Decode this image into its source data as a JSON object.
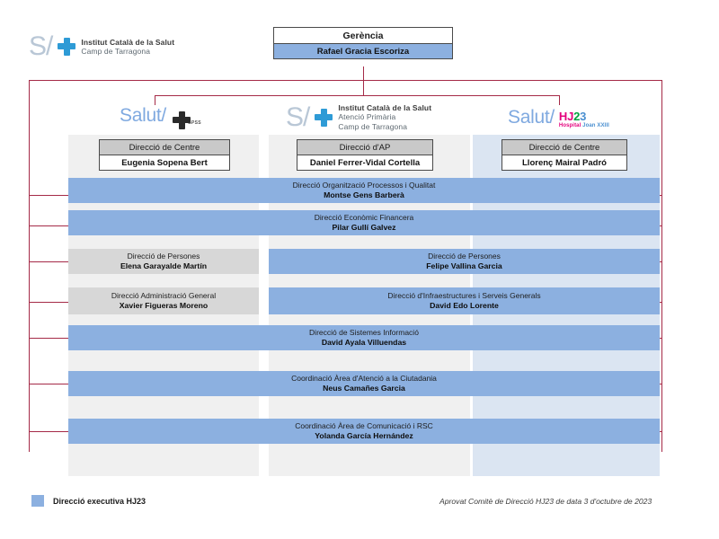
{
  "brand": {
    "ics_logo": {
      "mark": "S/",
      "icon": "medical-cross-icon",
      "line1": "Institut Català de la Salut",
      "line2": "Camp de Tarragona"
    }
  },
  "top": {
    "title": "Gerència",
    "name": "Rafael Gracia Escoriza"
  },
  "columns": [
    {
      "id": "gpss",
      "logo": {
        "word": "Salut/",
        "icon": "cross-dark-icon",
        "sub": "GPSS"
      },
      "box": {
        "title": "Direcció de Centre",
        "name": "Eugenia Sopena Bert"
      }
    },
    {
      "id": "ap",
      "logo": {
        "mark": "S/",
        "icon": "medical-cross-icon",
        "line1": "Institut Català de la Salut",
        "line2": "Atenció Primària",
        "line3": "Camp de Tarragona"
      },
      "box": {
        "title": "Direcció d'AP",
        "name": "Daniel Ferrer-Vidal Cortella"
      }
    },
    {
      "id": "hj23",
      "logo": {
        "word": "Salut/",
        "code": "HJ23",
        "sub": "Hospital Joan XXIII"
      },
      "box": {
        "title": "Direcció de Centre",
        "name": "Llorenç Mairal Padró"
      }
    }
  ],
  "rows": [
    {
      "span": "full",
      "style": "blue",
      "title": "Direcció Organització Processos i Qualitat",
      "name": "Montse Gens Barberà"
    },
    {
      "span": "full",
      "style": "blue",
      "title": "Direcció Econòmic Financera",
      "name": "Pilar Gullí Galvez"
    },
    {
      "span": "split",
      "left": {
        "style": "grey",
        "title": "Direcció de Persones",
        "name": "Elena Garayalde Martín"
      },
      "right": {
        "style": "blue",
        "title": "Direcció de Persones",
        "name": "Felipe Vallina Garcia"
      }
    },
    {
      "span": "split",
      "left": {
        "style": "grey",
        "title": "Direcció Administració General",
        "name": "Xavier Figueras Moreno"
      },
      "right": {
        "style": "blue",
        "title": "Direcció d'Infraestructures i Serveis Generals",
        "name": "David Edo Lorente"
      }
    },
    {
      "span": "full",
      "style": "blue",
      "title": "Direcció de Sistemes Informació",
      "name": "David Ayala Villuendas"
    },
    {
      "span": "full",
      "style": "blue",
      "title": "Coordinació Àrea d'Atenció a la Ciutadania",
      "name": "Neus Camañes Garcia"
    },
    {
      "span": "full",
      "style": "blue",
      "title": "Coordinació Àrea de Comunicació i RSC",
      "name": "Yolanda García Hernández"
    }
  ],
  "footer": {
    "legend_label": "Direcció executiva HJ23",
    "legend_color": "#8cb0e0",
    "approval": "Aprovat Comitè de Direcció HJ23 de data 3 d'octubre de 2023"
  },
  "colors": {
    "blue_bar": "#8cb0e0",
    "grey_bar": "#d7d7d7",
    "connector": "#a52a47",
    "box_header": "#c9c9c9",
    "column_strip": "#f0f0f0",
    "column_strip_tint": "#dbe5f2",
    "brand_blue": "#2e9bd6",
    "salut_blue": "#7fa9e0"
  }
}
